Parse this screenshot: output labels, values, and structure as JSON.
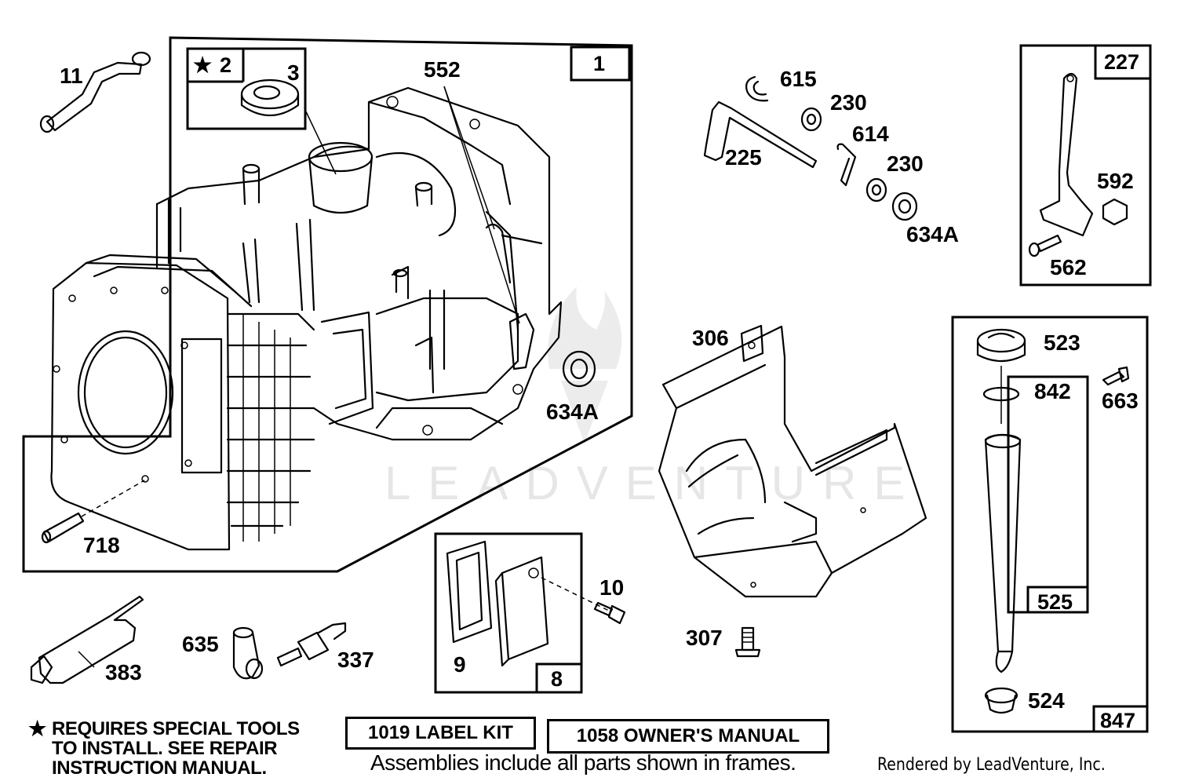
{
  "callouts": {
    "c11": "11",
    "c2": "2",
    "c3": "3",
    "c552": "552",
    "c1": "1",
    "c634a_block": "634A",
    "c718": "718",
    "c615": "615",
    "c230_top": "230",
    "c614": "614",
    "c225": "225",
    "c230_bottom": "230",
    "c634a_right": "634A",
    "c227": "227",
    "c592": "592",
    "c562": "562",
    "c306": "306",
    "c307": "307",
    "c523": "523",
    "c842": "842",
    "c663": "663",
    "c525": "525",
    "c524": "524",
    "c847": "847",
    "c10": "10",
    "c9": "9",
    "c8": "8",
    "c383": "383",
    "c635": "635",
    "c337": "337"
  },
  "watermark": "LEADVENTURE",
  "notes": {
    "special_star": "★",
    "special_line1": "REQUIRES SPECIAL TOOLS",
    "special_line2": "TO INSTALL.  SEE REPAIR",
    "special_line3": "INSTRUCTION MANUAL.",
    "label_kit": "1019 LABEL KIT",
    "owners_manual": "1058 OWNER'S MANUAL",
    "assemblies": "Assemblies include all parts shown in frames.",
    "rendered_by": "Rendered by LeadVenture, Inc."
  },
  "icons": {
    "star": "star-icon"
  }
}
